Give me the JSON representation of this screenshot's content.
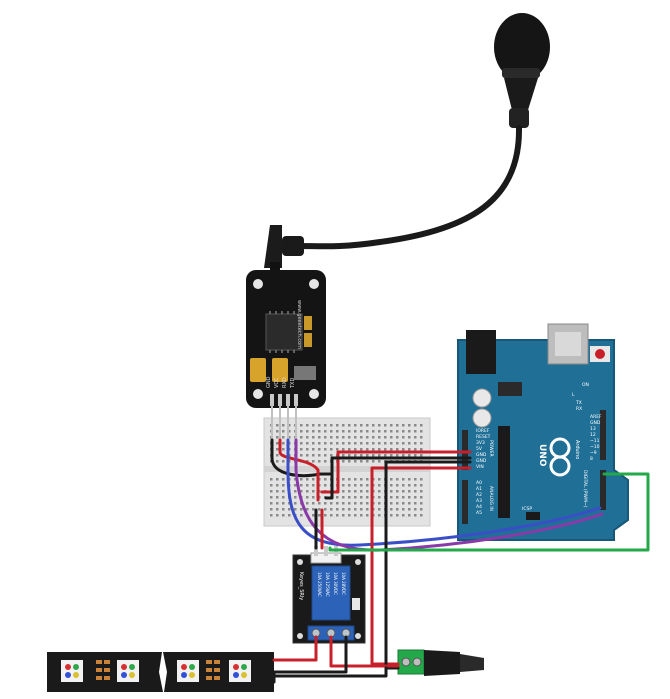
{
  "voice_module": {
    "pins": [
      "GND",
      "VCC",
      "RXD",
      "TXD"
    ],
    "url": "www.geeetech.com"
  },
  "arduino": {
    "logo_text": "UNO",
    "brand": "Arduino",
    "power_header": [
      "IOREF",
      "RESET",
      "3V3",
      "5V",
      "GND",
      "GND",
      "VIN"
    ],
    "analog_header": [
      "A0",
      "A1",
      "A2",
      "A3",
      "A4",
      "A5"
    ],
    "power_label": "POWER",
    "analog_label": "ANALOG IN",
    "digital_label": "DIGITAL (PWM~)",
    "top_labels": [
      "AREF",
      "GND",
      "13",
      "12",
      "~11",
      "~10",
      "~9",
      "8"
    ],
    "tx_rx": [
      "TX",
      "RX"
    ],
    "on_label": "ON",
    "icsp_label": "ICSP",
    "l_label": "L"
  },
  "relay": {
    "brand": "Keyes_SRly",
    "rating": [
      "10A 250VAC",
      "10A 125VAC",
      "10A 30VDC",
      "10A 28VDC"
    ]
  },
  "colors": {
    "red_wire": "#c8202b",
    "black_wire": "#1a1a1a",
    "blue_wire": "#3a4ec8",
    "purple_wire": "#8a3aa8",
    "green_wire": "#23a84a",
    "arduino_teal": "#1f6f96",
    "relay_blue": "#2c63b8"
  }
}
